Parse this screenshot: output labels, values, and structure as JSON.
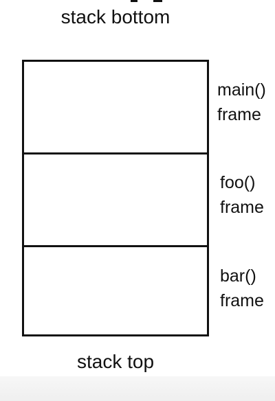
{
  "diagram": {
    "top_caption": "stack bottom",
    "bottom_caption": "stack top",
    "frames": [
      {
        "name": "main()",
        "kind": "frame"
      },
      {
        "name": "foo()",
        "kind": "frame"
      },
      {
        "name": "bar()",
        "kind": "frame"
      }
    ]
  }
}
